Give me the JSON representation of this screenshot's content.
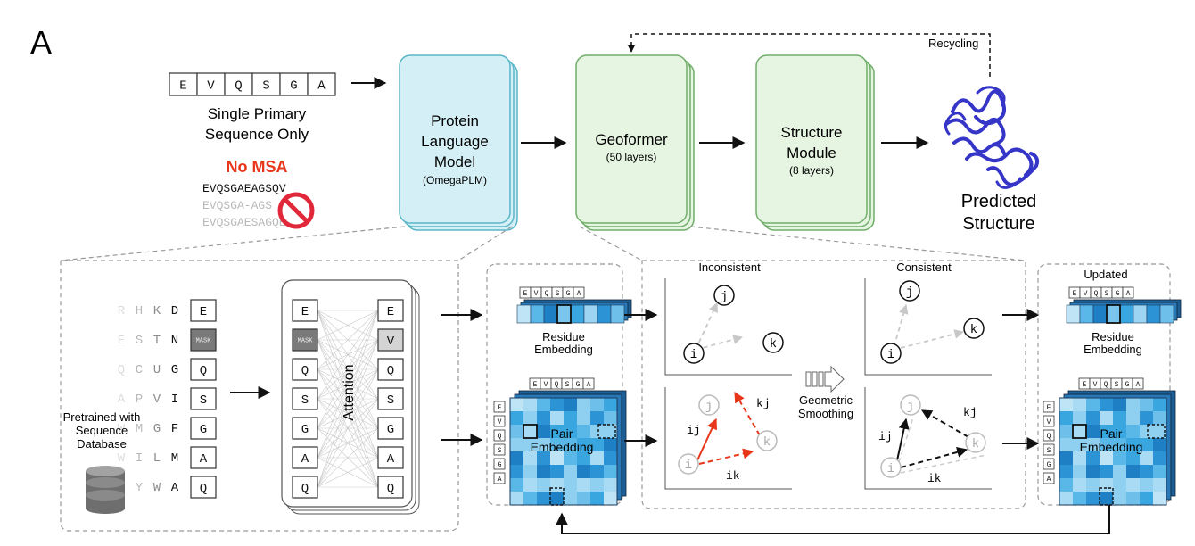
{
  "panel_label": "A",
  "input": {
    "sequence": [
      "E",
      "V",
      "Q",
      "S",
      "G",
      "A"
    ],
    "caption_line1": "Single Primary",
    "caption_line2": "Sequence Only",
    "no_msa": "No MSA",
    "msa_lines": [
      "EVQSGAEAGSQV",
      "EVQSGA-AGS",
      "EVQSGAESAGQE"
    ]
  },
  "plm": {
    "line1": "Protein",
    "line2": "Language",
    "line3": "Model",
    "sub": "(OmegaPLM)"
  },
  "geoformer": {
    "title": "Geoformer",
    "sub": "(50 layers)"
  },
  "structure_module": {
    "line1": "Structure",
    "line2": "Module",
    "sub": "(8 layers)"
  },
  "recycling": "Recycling",
  "predicted": {
    "line1": "Predicted",
    "line2": "Structure"
  },
  "pretrain": {
    "label_lines": [
      "Pretrained with",
      "Sequence",
      "Database"
    ],
    "grid_rows": [
      [
        "R",
        "H",
        "K",
        "D"
      ],
      [
        "E",
        "S",
        "T",
        "N"
      ],
      [
        "Q",
        "C",
        "U",
        "G"
      ],
      [
        "A",
        "P",
        "V",
        "I"
      ],
      [
        "W",
        "M",
        "G",
        "F"
      ],
      [
        "W",
        "I",
        "L",
        "M"
      ],
      [
        "T",
        "Y",
        "W",
        "A"
      ]
    ],
    "column_before": [
      "E",
      "MASK",
      "Q",
      "S",
      "G",
      "A",
      "Q"
    ],
    "column_after": [
      "E",
      "V",
      "Q",
      "S",
      "G",
      "A",
      "Q"
    ],
    "attention_label": "Attention"
  },
  "embeddings": {
    "residue_label_line1": "Residue",
    "residue_label_line2": "Embedding",
    "pair_label_line1": "Pair",
    "pair_label_line2": "Embedding",
    "updated": "Updated"
  },
  "geometry": {
    "inconsistent": "Inconsistent",
    "consistent": "Consistent",
    "smoothing_line1": "Geometric",
    "smoothing_line2": "Smoothing",
    "node_i": "i",
    "node_j": "j",
    "node_k": "k",
    "edge_ij": "ij",
    "edge_ik": "ik",
    "edge_kj": "kj"
  },
  "colors": {
    "plm_fill": "#d4eff5",
    "plm_stroke": "#5bb6c9",
    "green_fill": "#e6f4e2",
    "green_stroke": "#6fae68",
    "no_msa_red": "#e8361b",
    "protein": "#3535c8",
    "embed_blue": "#3aa6e0"
  }
}
